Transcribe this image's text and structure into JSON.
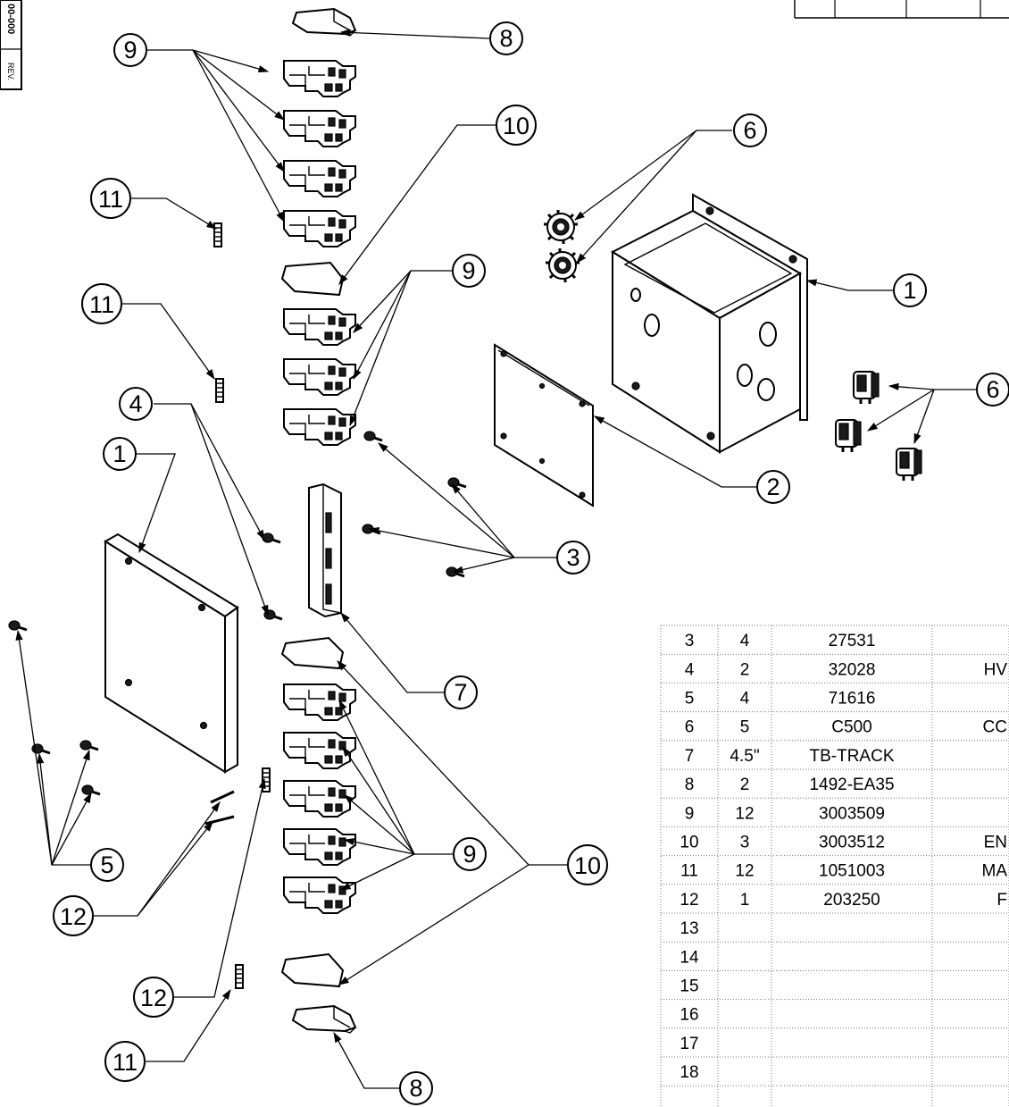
{
  "title_block": {
    "drawing_number": "00-000",
    "rev_label": "REV."
  },
  "balloons": [
    {
      "id": "b8-top",
      "label": "8"
    },
    {
      "id": "b9-top",
      "label": "9"
    },
    {
      "id": "b10-top",
      "label": "10"
    },
    {
      "id": "b6-top",
      "label": "6"
    },
    {
      "id": "b11-top",
      "label": "11"
    },
    {
      "id": "b9-mid",
      "label": "9"
    },
    {
      "id": "b1-box",
      "label": "1"
    },
    {
      "id": "b11-mid",
      "label": "11"
    },
    {
      "id": "b6-right",
      "label": "6"
    },
    {
      "id": "b4",
      "label": "4"
    },
    {
      "id": "b1-cover",
      "label": "1"
    },
    {
      "id": "b2",
      "label": "2"
    },
    {
      "id": "b3",
      "label": "3"
    },
    {
      "id": "b7",
      "label": "7"
    },
    {
      "id": "b5",
      "label": "5"
    },
    {
      "id": "b9-bot",
      "label": "9"
    },
    {
      "id": "b10-bot",
      "label": "10"
    },
    {
      "id": "b12-a",
      "label": "12"
    },
    {
      "id": "b12-b",
      "label": "12"
    },
    {
      "id": "b11-bot",
      "label": "11"
    },
    {
      "id": "b8-bot",
      "label": "8"
    }
  ],
  "bom": {
    "rows": [
      {
        "item": "3",
        "qty": "4",
        "part": "27531",
        "desc": ""
      },
      {
        "item": "4",
        "qty": "2",
        "part": "32028",
        "desc": "HV"
      },
      {
        "item": "5",
        "qty": "4",
        "part": "71616",
        "desc": ""
      },
      {
        "item": "6",
        "qty": "5",
        "part": "C500",
        "desc": "CC"
      },
      {
        "item": "7",
        "qty": "4.5\"",
        "part": "TB-TRACK",
        "desc": ""
      },
      {
        "item": "8",
        "qty": "2",
        "part": "1492-EA35",
        "desc": ""
      },
      {
        "item": "9",
        "qty": "12",
        "part": "3003509",
        "desc": ""
      },
      {
        "item": "10",
        "qty": "3",
        "part": "3003512",
        "desc": "EN"
      },
      {
        "item": "11",
        "qty": "12",
        "part": "1051003",
        "desc": "MA"
      },
      {
        "item": "12",
        "qty": "1",
        "part": "203250",
        "desc": "F"
      },
      {
        "item": "13",
        "qty": "",
        "part": "",
        "desc": ""
      },
      {
        "item": "14",
        "qty": "",
        "part": "",
        "desc": ""
      },
      {
        "item": "15",
        "qty": "",
        "part": "",
        "desc": ""
      },
      {
        "item": "16",
        "qty": "",
        "part": "",
        "desc": ""
      },
      {
        "item": "17",
        "qty": "",
        "part": "",
        "desc": ""
      },
      {
        "item": "18",
        "qty": "",
        "part": "",
        "desc": ""
      },
      {
        "item": "",
        "qty": "",
        "part": "",
        "desc": ""
      }
    ]
  }
}
